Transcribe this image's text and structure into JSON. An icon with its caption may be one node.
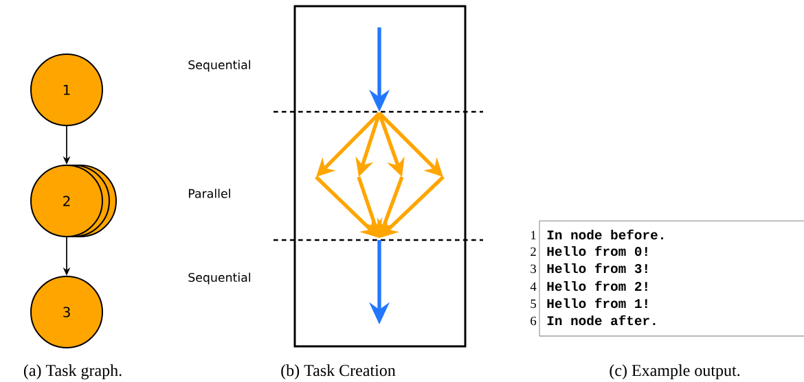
{
  "diagram": {
    "nodes": [
      {
        "text": [
          "1"
        ]
      },
      {
        "text": [
          "2"
        ]
      },
      {
        "text": [
          "3"
        ]
      }
    ],
    "edges": [
      {
        "from": 0,
        "to": 1,
        "arrow": "to"
      },
      {
        "from": 1,
        "to": 2,
        "arrow": "to"
      }
    ],
    "labels": [
      "Sequential",
      "Parallel",
      "Sequential",
      "1",
      "In node before.",
      "2",
      "Hello from 0!",
      "3",
      "Hello from 3!",
      "4",
      "Hello from 2!",
      "5",
      "Hello from 1!",
      "6",
      "In node after.",
      "(a) Task graph.",
      "(b) Task Creation",
      "(c) Example output."
    ]
  }
}
